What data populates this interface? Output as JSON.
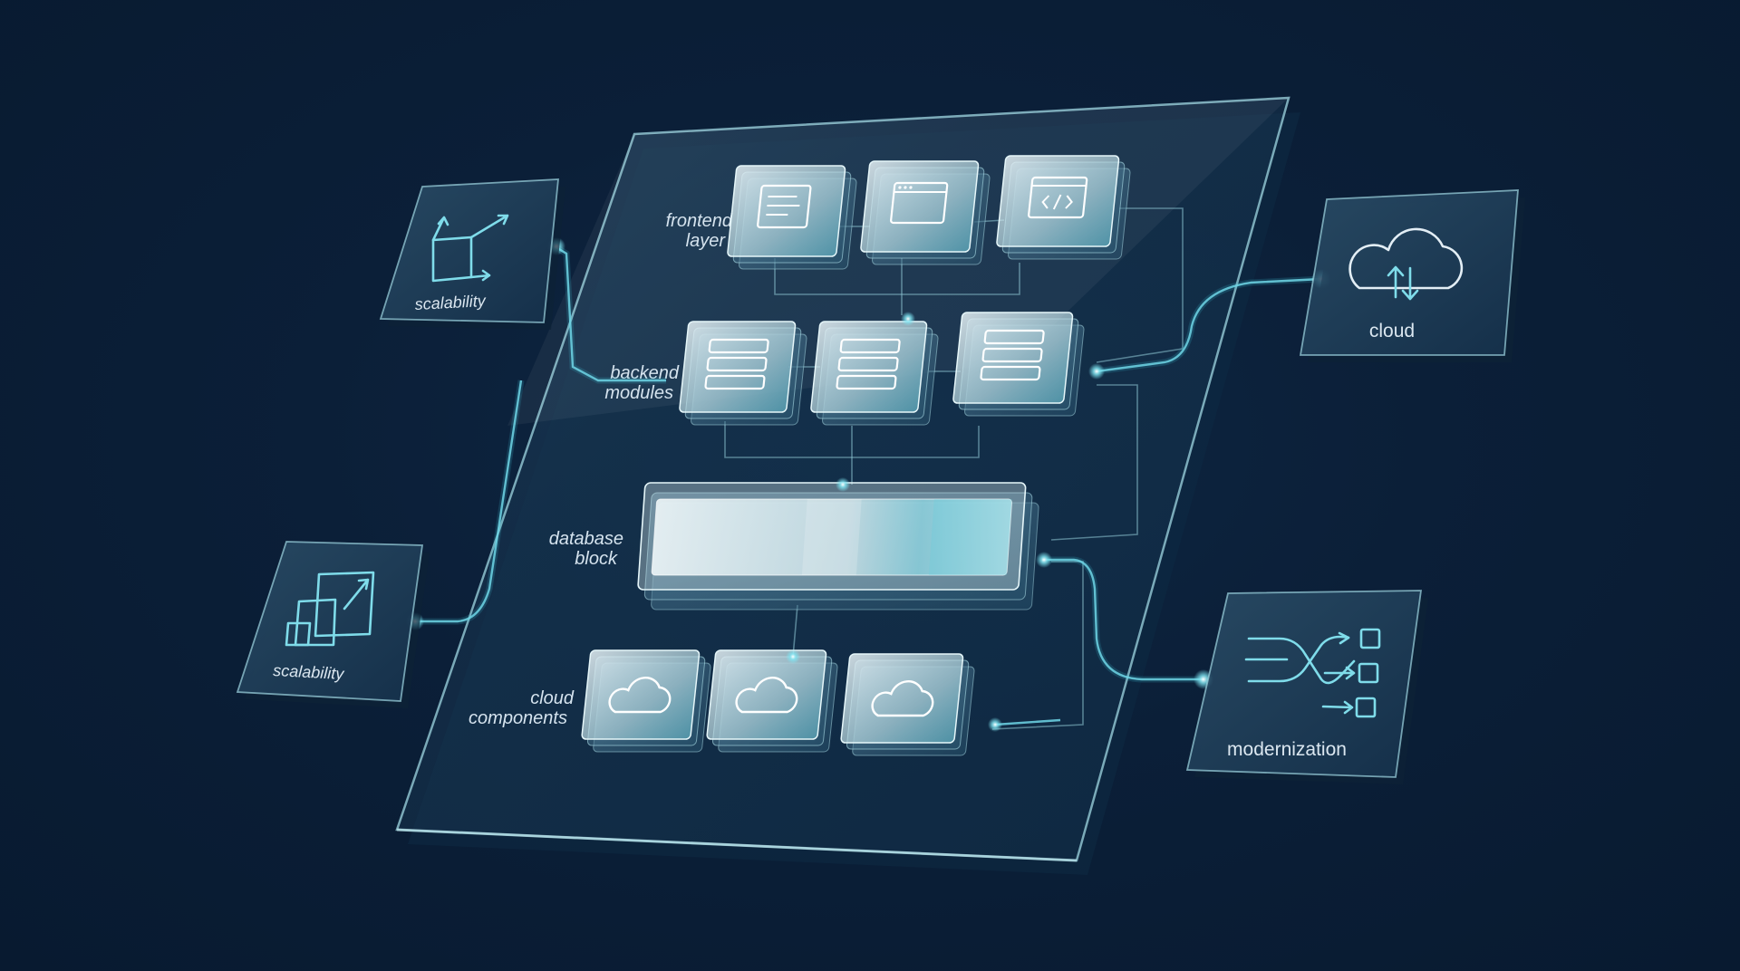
{
  "panel": {
    "rows": [
      {
        "label_line1": "frontend",
        "label_line2": "layer"
      },
      {
        "label_line1": "backend",
        "label_line2": "modules"
      },
      {
        "label_line1": "database",
        "label_line2": "block"
      },
      {
        "label_line1": "cloud",
        "label_line2": "components"
      }
    ]
  },
  "side_cards": {
    "top_left": {
      "label": "scalability",
      "icon": "growth-arrows-icon"
    },
    "bottom_left": {
      "label": "scalability",
      "icon": "resize-scale-icon"
    },
    "top_right": {
      "label": "cloud",
      "icon": "cloud-sync-icon"
    },
    "bottom_right": {
      "label": "modernization",
      "icon": "migration-flow-icon"
    }
  },
  "colors": {
    "background": "#0b1f38",
    "accent": "#6fd6e6",
    "glass": "#9fd3de"
  }
}
